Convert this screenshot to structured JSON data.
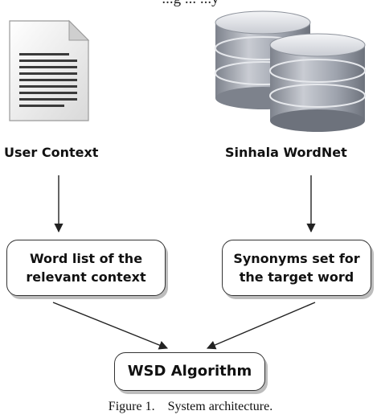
{
  "header_fragment": "...g           ...           ...y",
  "nodes": {
    "user_context": "User Context",
    "sinhala_wordnet": "Sinhala WordNet",
    "word_list": [
      "Word list of the",
      "relevant context"
    ],
    "synonyms_set": [
      "Synonyms set for",
      "the target word"
    ],
    "wsd_algorithm": "WSD Algorithm"
  },
  "caption": "Figure 1.    System architecture.",
  "colors": {
    "box_border": "#333333",
    "box_shadow": "#bdbdbd",
    "arrow": "#222222",
    "db_body": "#9ea3ad",
    "db_top": "#dfe2e8",
    "document_page": "#f2f2f2"
  },
  "icons": {
    "document": "document-icon",
    "database": "database-icon"
  }
}
